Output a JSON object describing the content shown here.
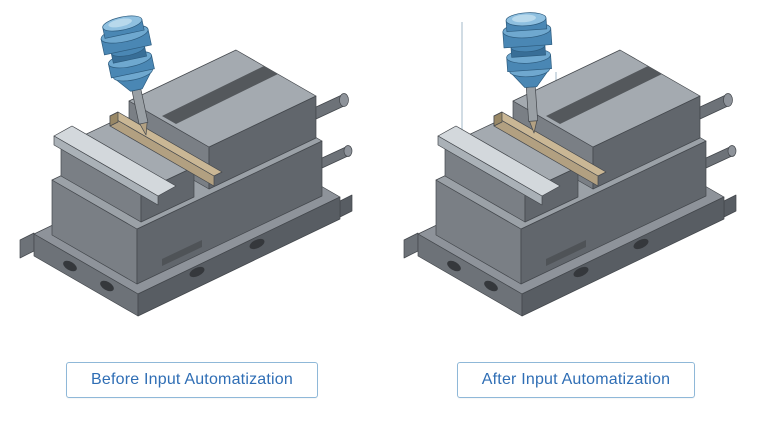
{
  "panels": {
    "before": {
      "label": "Before Input Automatization"
    },
    "after": {
      "label": "After Input Automatization"
    }
  },
  "illustration": {
    "before": "isometric-cad-vise-with-milling-tool-engaged",
    "after": "isometric-cad-vise-with-milling-tool-aligned-with-guide-lines"
  },
  "style": {
    "page_background": "#ffffff",
    "label_text_color": "#2f6eb5",
    "label_border_color": "#8fb8d8",
    "tool_color": "#4a87b4",
    "workpiece_color": "#cab795",
    "vise_color": "#84898f"
  }
}
